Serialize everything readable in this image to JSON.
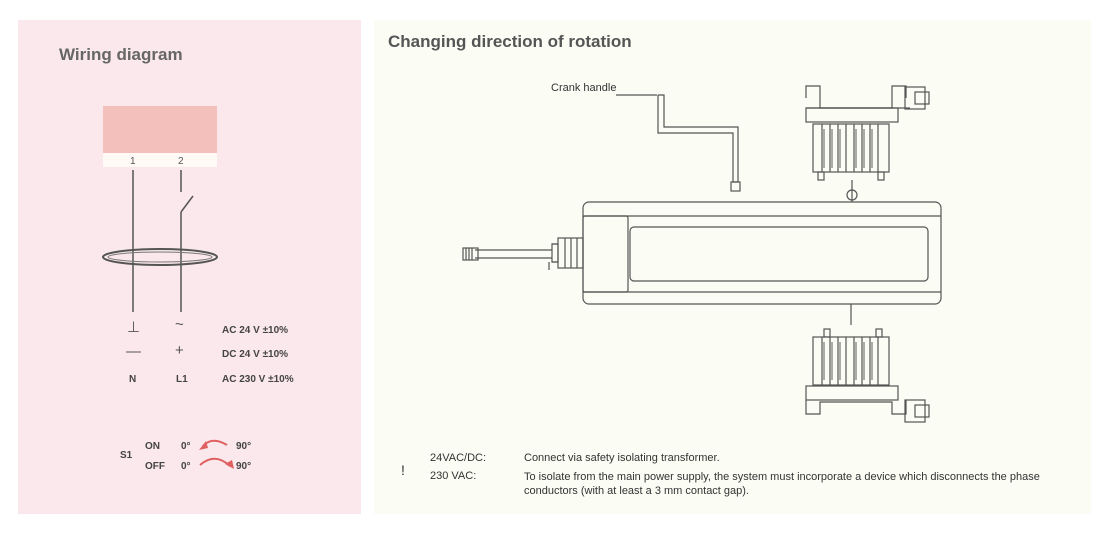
{
  "wiring": {
    "title": "Wiring diagram",
    "terminals": [
      "1",
      "2"
    ],
    "rows": [
      {
        "sym1": "⊥",
        "sym2": "~",
        "label": "AC 24 V ±10%"
      },
      {
        "sym1": "—",
        "sym2": "+",
        "label": "DC 24 V ±10%"
      },
      {
        "sym1": "N",
        "sym2": "L1",
        "label": "AC 230 V ±10%"
      }
    ],
    "switch": {
      "name": "S1",
      "on_label": "ON",
      "on_from": "0°",
      "on_to": "90°",
      "off_label": "OFF",
      "off_from": "0°",
      "off_to": "90°"
    }
  },
  "rotation": {
    "title": "Changing direction of rotation",
    "crank_label": "Crank handle",
    "warning_symbol": "!",
    "notes": [
      {
        "key": "24VAC/DC:",
        "text": "Connect via safety isolating transformer."
      },
      {
        "key": "230 VAC:",
        "text": "To isolate from the main power supply, the system must incorporate a device which disconnects the phase conductors (with at least a 3 mm contact gap)."
      }
    ]
  },
  "colors": {
    "left_panel": "#fbe8ec",
    "terminal_block": "#f4c0bc",
    "arrow": "#e06060",
    "line": "#555555"
  }
}
